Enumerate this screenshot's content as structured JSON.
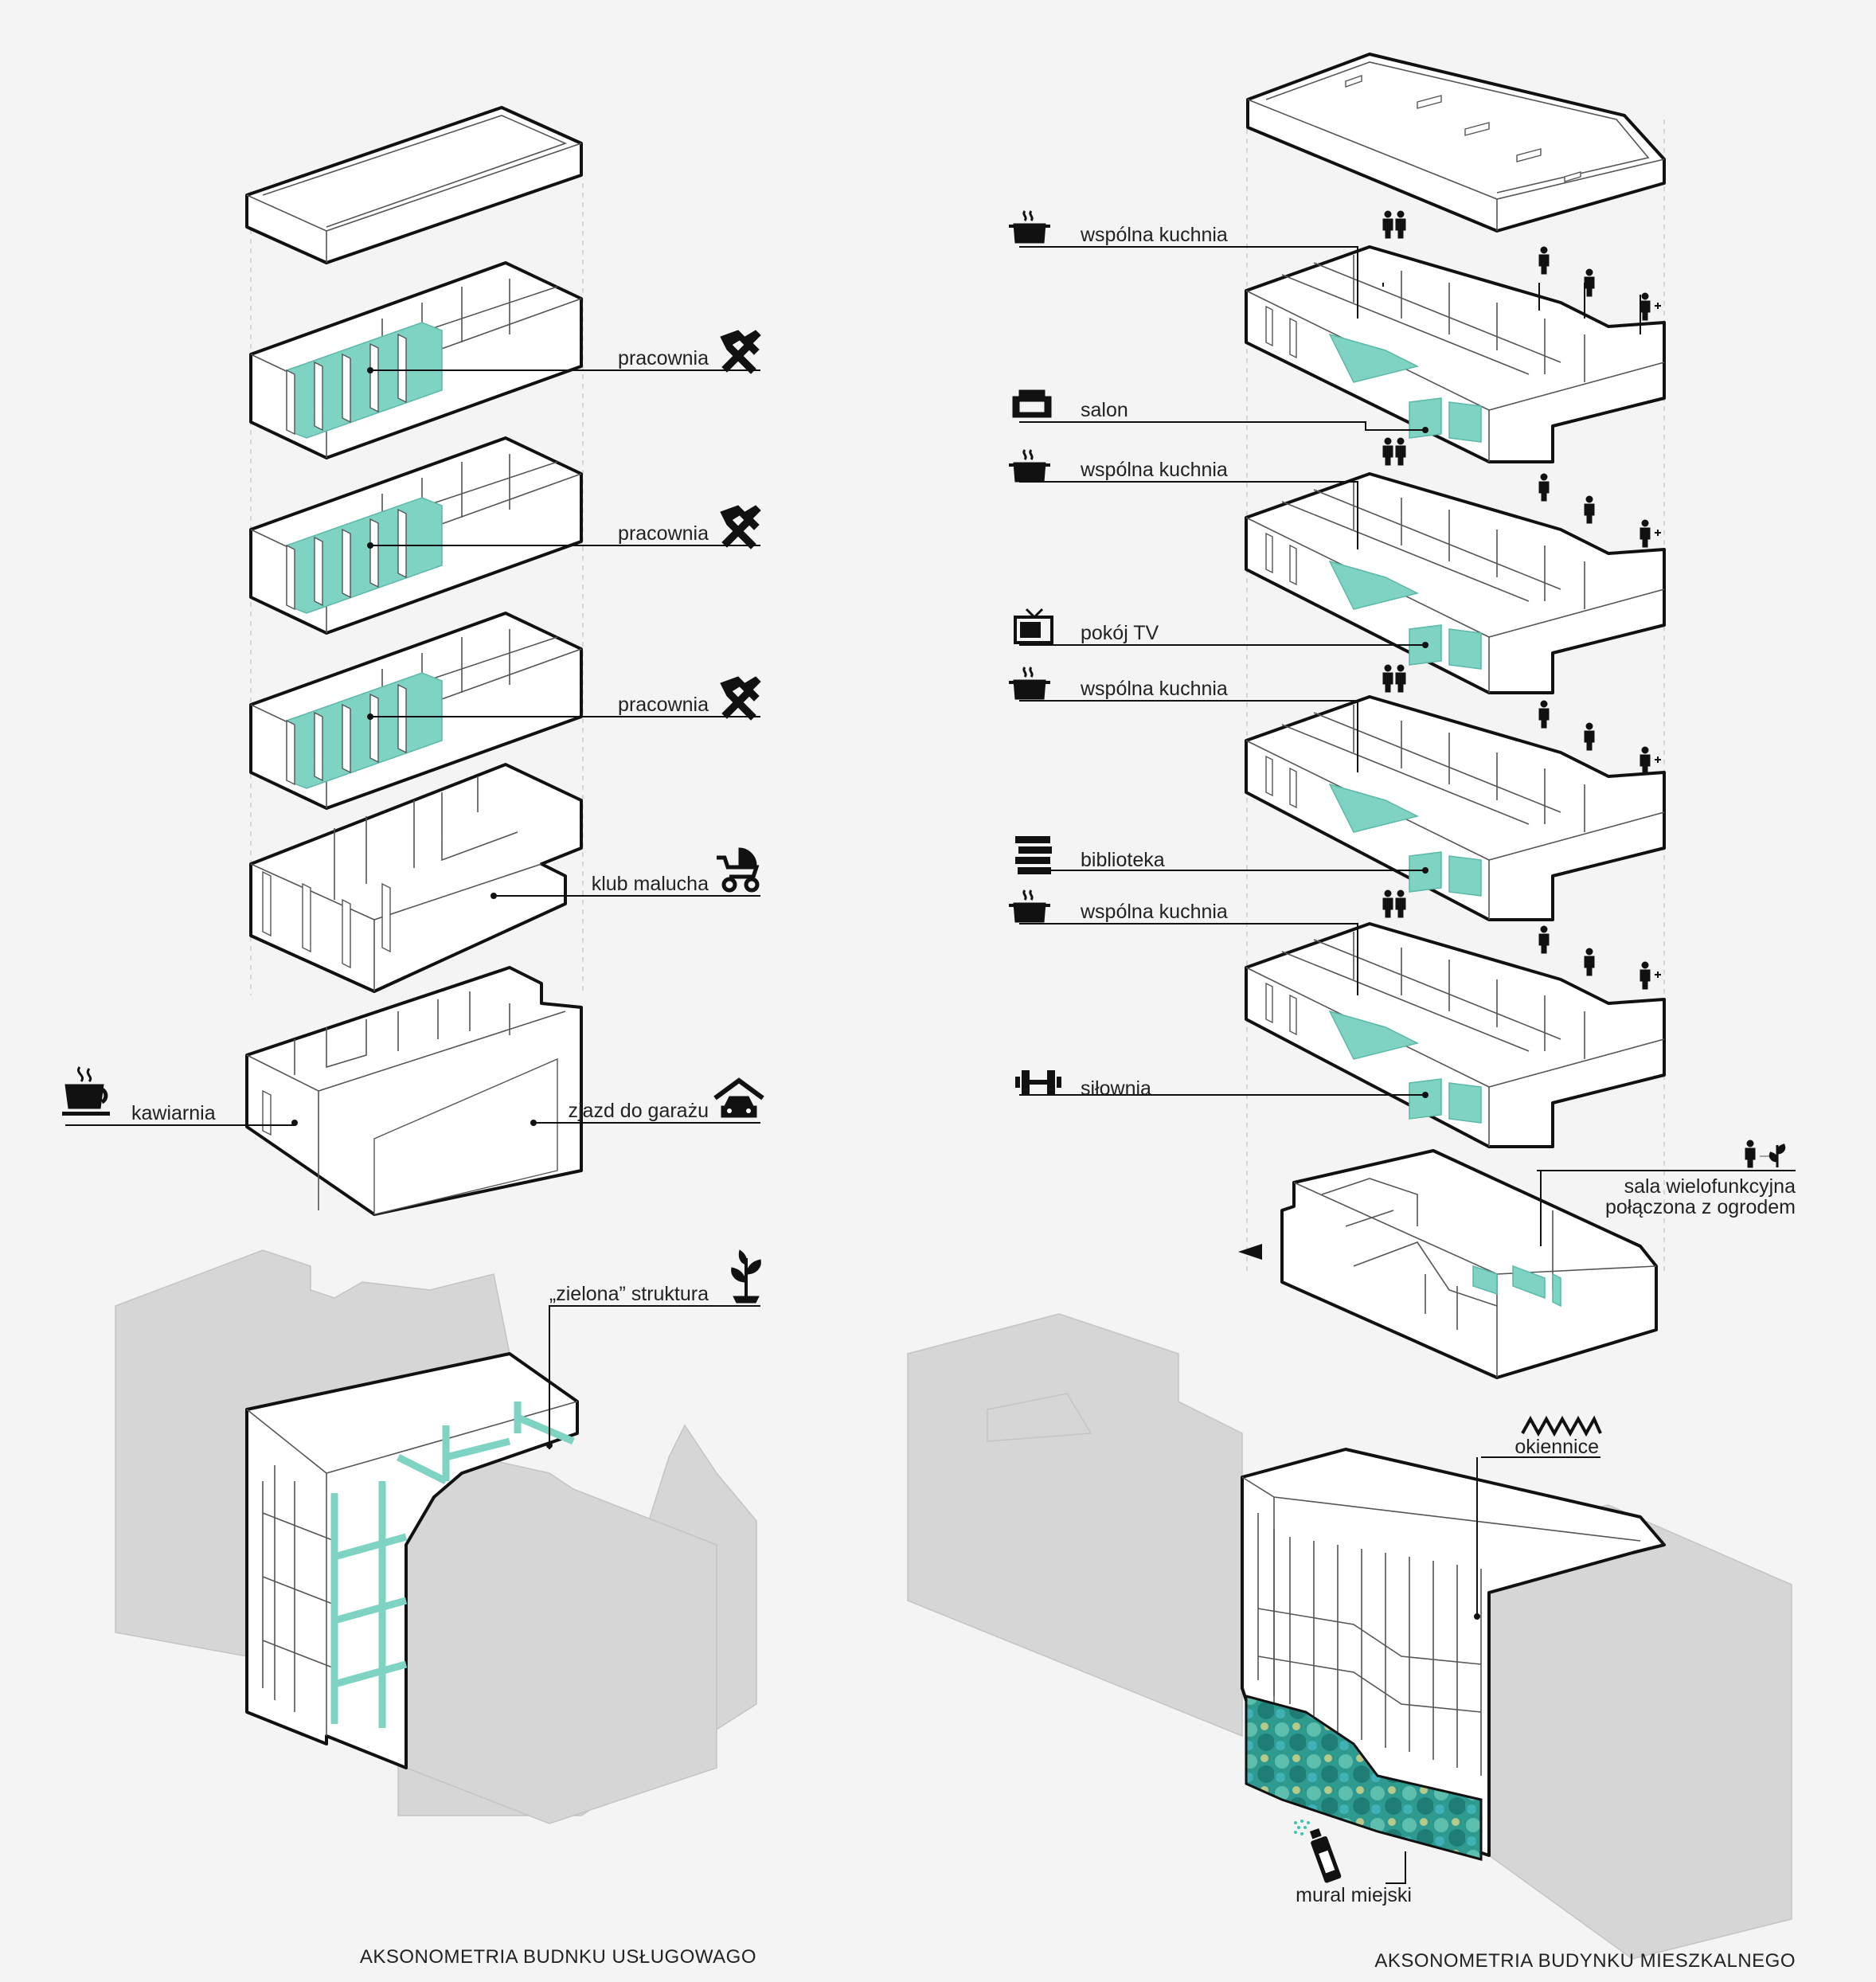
{
  "left": {
    "labels": {
      "pracownia_1": "pracownia",
      "pracownia_2": "pracownia",
      "pracownia_3": "pracownia",
      "klub_malucha": "klub malucha",
      "kawiarnia": "kawiarnia",
      "zjazd": "zjazd do garażu",
      "zielona": "„zielona” struktura"
    },
    "caption": "AKSONOMETRIA BUDNKU USŁUGOWAGO"
  },
  "right": {
    "labels": {
      "kuchnia_1": "wspólna kuchnia",
      "salon": "salon",
      "kuchnia_2": "wspólna kuchnia",
      "pokoj_tv": "pokój TV",
      "kuchnia_3": "wspólna kuchnia",
      "biblioteka": "biblioteka",
      "kuchnia_4": "wspólna kuchnia",
      "silownia": "siłownia",
      "sala_1": "sala wielofunkcyjna",
      "sala_2": "połączona z ogrodem",
      "okiennice": "okiennice",
      "mural": "mural miejski"
    },
    "caption": "AKSONOMETRIA BUDYNKU MIESZKALNEGO"
  },
  "colors": {
    "accent": "#7fd3c3",
    "neighbor": "#d6d6d6",
    "mural": "#2e9a8f"
  },
  "icons": [
    "tools-icon",
    "stroller-icon",
    "coffee-icon",
    "garage-car-icon",
    "plant-icon",
    "pot-icon",
    "people-icon",
    "person-icon",
    "person-plus-icon",
    "sofa-icon",
    "tv-icon",
    "books-icon",
    "dumbbell-icon",
    "spray-can-icon",
    "zigzag-icon",
    "arrow-icon"
  ]
}
